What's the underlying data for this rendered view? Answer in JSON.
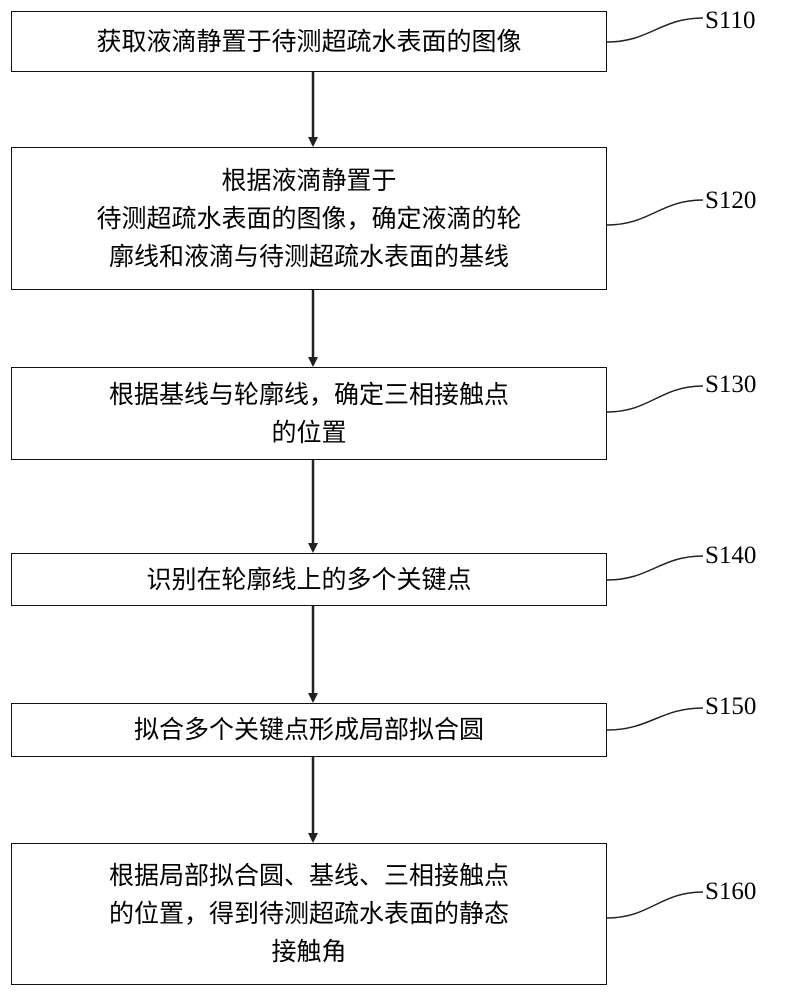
{
  "steps": [
    {
      "label": "S110",
      "text": "获取液滴静置于待测超疏水表面的图像"
    },
    {
      "label": "S120",
      "text": "根据液滴静置于\n待测超疏水表面的图像，确定液滴的轮\n廓线和液滴与待测超疏水表面的基线"
    },
    {
      "label": "S130",
      "text": "根据基线与轮廓线，确定三相接触点\n的位置"
    },
    {
      "label": "S140",
      "text": "识别在轮廓线上的多个关键点"
    },
    {
      "label": "S150",
      "text": "拟合多个关键点形成局部拟合圆"
    },
    {
      "label": "S160",
      "text": "根据局部拟合圆、基线、三相接触点\n的位置，得到待测超疏水表面的静态\n接触角"
    }
  ]
}
